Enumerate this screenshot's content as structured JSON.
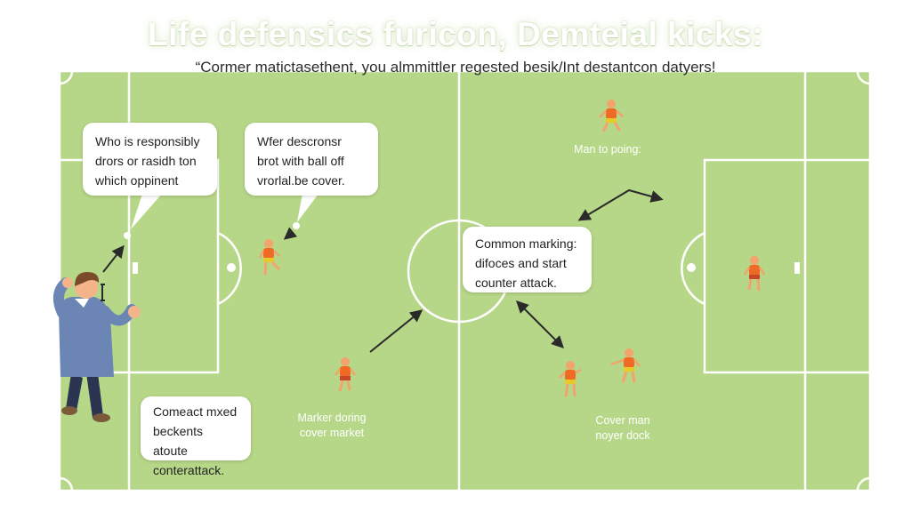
{
  "title": "Life defensics furicon, Demteial kicks:",
  "subtitle": "“Cormer matictasethent, you almmittler regested besik/Int destantcon datyers!",
  "bubbles": {
    "top_left": [
      "Who is responsibly",
      "drors or rasidh ton",
      "which oppinent"
    ],
    "top_mid": [
      "Wfer descronsr",
      "brot with ball off",
      "vrorlal.be cover."
    ],
    "center": [
      "Common marking:",
      "difoces and start",
      "counter attack."
    ],
    "bottom_left": [
      "Comeact mxed",
      "beckents atoute",
      "conterattack."
    ]
  },
  "labels": {
    "man_to_poing": "Man to poing:",
    "marker_doring": [
      "Marker doring",
      "cover market"
    ],
    "cover_man": [
      "Cover man",
      "noyer dock"
    ]
  },
  "colors": {
    "pitch": "#b7d788",
    "line": "#ffffff",
    "jersey": "#f06a25",
    "shorts": "#e8c92a",
    "coach_shirt": "#6b86b5",
    "coach_trousers": "#2b3552",
    "arrow": "#2a2a2a"
  }
}
